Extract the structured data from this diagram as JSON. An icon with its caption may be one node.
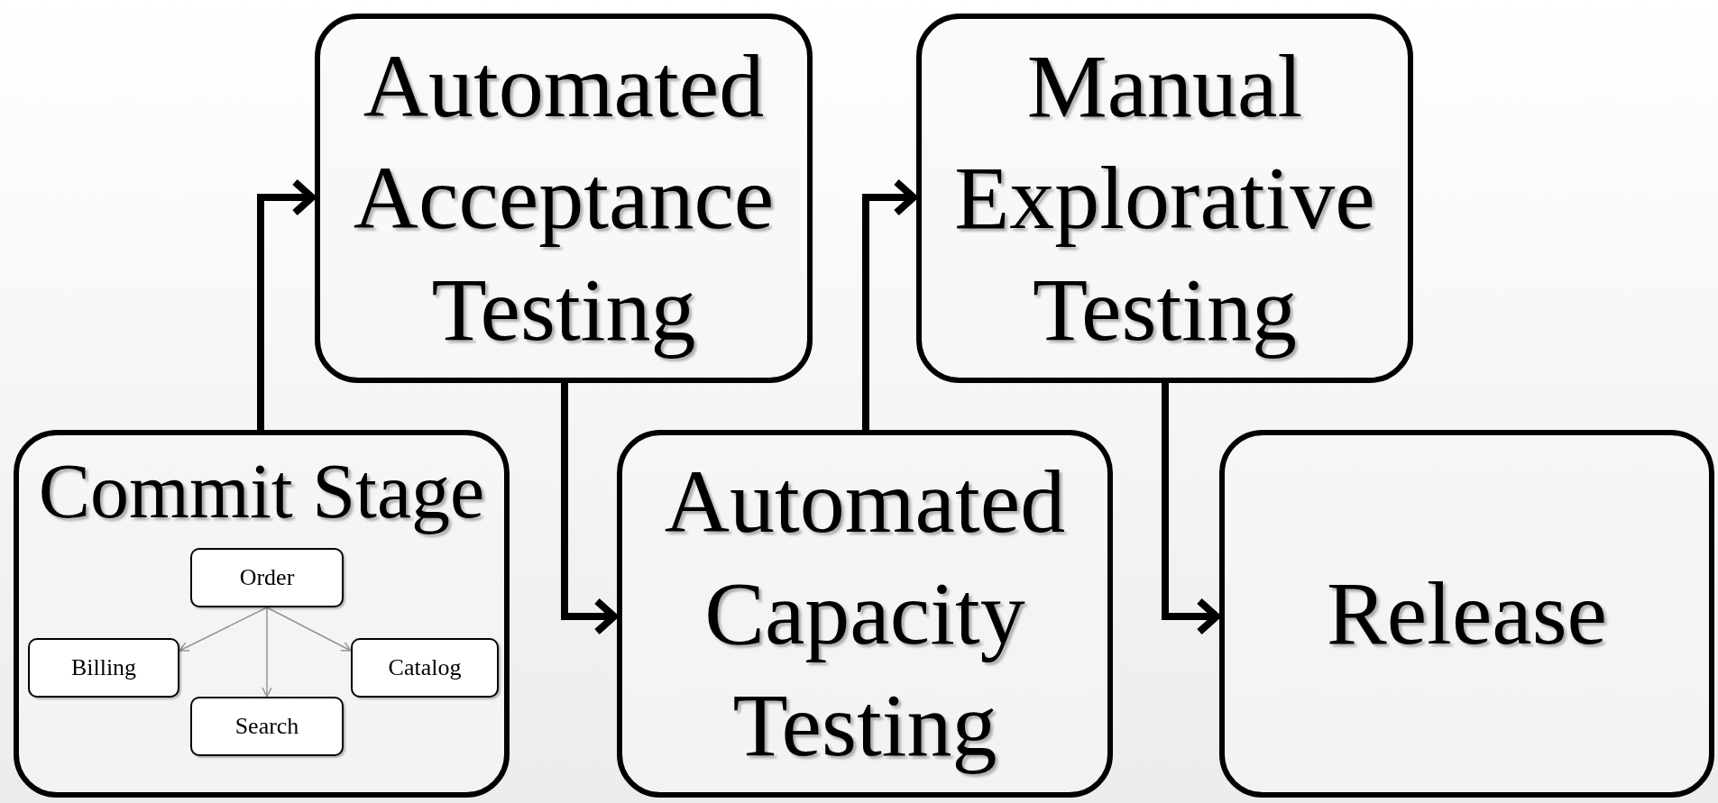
{
  "diagram": {
    "nodes": [
      {
        "text": [
          "Commit Stage"
        ]
      },
      {
        "text": [
          "Order"
        ],
        "in": 0
      },
      {
        "text": [
          "Billing"
        ],
        "in": 0
      },
      {
        "text": [
          "Catalog"
        ],
        "in": 0
      },
      {
        "text": [
          "Search"
        ],
        "in": 0
      },
      {
        "text": [
          "Automated Acceptance Testing"
        ]
      },
      {
        "text": [
          "Automated Capacity Testing"
        ]
      },
      {
        "text": [
          "Manual Explorative Testing"
        ]
      },
      {
        "text": [
          "Release"
        ]
      }
    ],
    "edges": [
      {
        "from": 0,
        "to": 5,
        "arrow": "to"
      },
      {
        "from": 5,
        "to": 6,
        "arrow": "to"
      },
      {
        "from": 6,
        "to": 7,
        "arrow": "to"
      },
      {
        "from": 7,
        "to": 8,
        "arrow": "to"
      },
      {
        "from": 1,
        "to": 2,
        "arrow": "to"
      },
      {
        "from": 1,
        "to": 4,
        "arrow": "to"
      },
      {
        "from": 1,
        "to": 3,
        "arrow": "to"
      }
    ]
  }
}
